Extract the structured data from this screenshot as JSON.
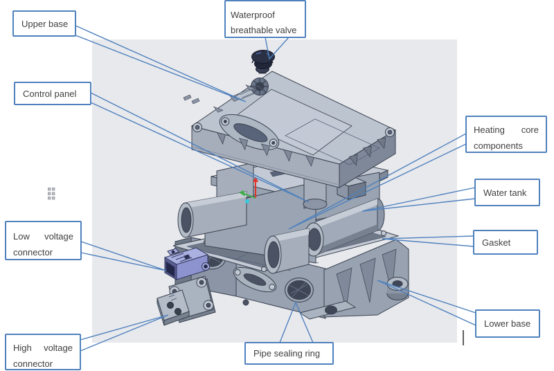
{
  "figure": {
    "type": "exploded-view-diagram",
    "canvas_background": "#e8e9ed",
    "accent_color": "#4f81bd",
    "label_text_color": "#3f3f3f",
    "callouts": [
      {
        "id": "upper-base",
        "label": "Upper base"
      },
      {
        "id": "waterproof",
        "label": "Waterproof breathable valve"
      },
      {
        "id": "control-panel",
        "label": "Control panel"
      },
      {
        "id": "heating-core",
        "label": "Heating core components"
      },
      {
        "id": "water-tank",
        "label": "Water tank"
      },
      {
        "id": "gasket",
        "label": "Gasket"
      },
      {
        "id": "low-voltage",
        "label": "Low voltage connector"
      },
      {
        "id": "high-voltage",
        "label": "High voltage connector"
      },
      {
        "id": "lower-base",
        "label": "Lower base"
      },
      {
        "id": "pipe-sealing",
        "label": "Pipe sealing ring"
      }
    ],
    "parts": [
      "waterproof-breathable-valve",
      "upper-base-cover",
      "control-panel-board",
      "heating-core-components",
      "water-tank",
      "gasket",
      "lower-base",
      "low-voltage-connector",
      "high-voltage-connector",
      "pipe-sealing-ring",
      "orientation-triad"
    ]
  }
}
